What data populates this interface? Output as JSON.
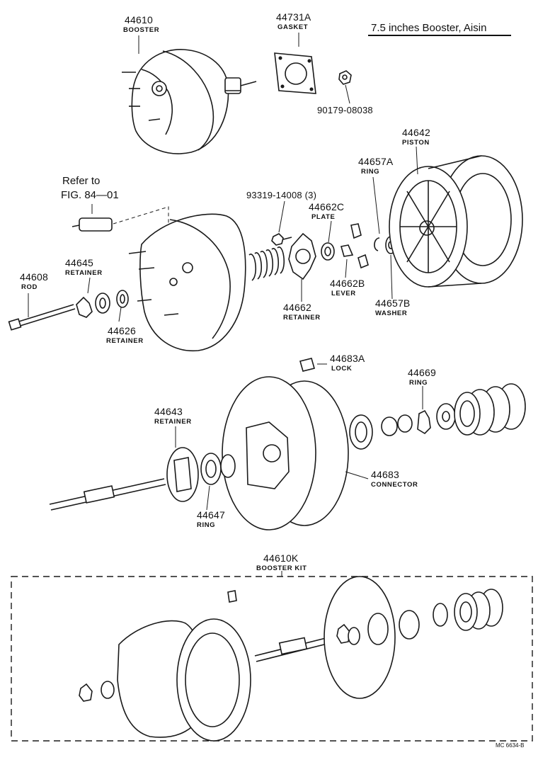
{
  "header": {
    "title": "7.5 inches Booster, Aisin"
  },
  "refer_note": {
    "line1": "Refer to",
    "line2": "FIG. 84—01"
  },
  "parts": [
    {
      "id": "p44610",
      "number": "44610",
      "name": "BOOSTER"
    },
    {
      "id": "p44731A",
      "number": "44731A",
      "name": "GASKET"
    },
    {
      "id": "p90179",
      "number": "90179-08038",
      "name": ""
    },
    {
      "id": "p44642",
      "number": "44642",
      "name": "PISTON"
    },
    {
      "id": "p44657A",
      "number": "44657A",
      "name": "RING"
    },
    {
      "id": "p93319",
      "number": "93319-14008 (3)",
      "name": ""
    },
    {
      "id": "p44662C",
      "number": "44662C",
      "name": "PLATE"
    },
    {
      "id": "p44645",
      "number": "44645",
      "name": "RETAINER"
    },
    {
      "id": "p44608",
      "number": "44608",
      "name": "ROD"
    },
    {
      "id": "p44626",
      "number": "44626",
      "name": "RETAINER"
    },
    {
      "id": "p44662",
      "number": "44662",
      "name": "RETAINER"
    },
    {
      "id": "p44662B",
      "number": "44662B",
      "name": "LEVER"
    },
    {
      "id": "p44657B",
      "number": "44657B",
      "name": "WASHER"
    },
    {
      "id": "p44683A",
      "number": "44683A",
      "name": "LOCK"
    },
    {
      "id": "p44669",
      "number": "44669",
      "name": "RING"
    },
    {
      "id": "p44643",
      "number": "44643",
      "name": "RETAINER"
    },
    {
      "id": "p44683",
      "number": "44683",
      "name": "CONNECTOR"
    },
    {
      "id": "p44647",
      "number": "44647",
      "name": "RING"
    },
    {
      "id": "p44610K",
      "number": "44610K",
      "name": "BOOSTER KIT"
    }
  ],
  "footer": {
    "code": "MC 6634-B"
  }
}
